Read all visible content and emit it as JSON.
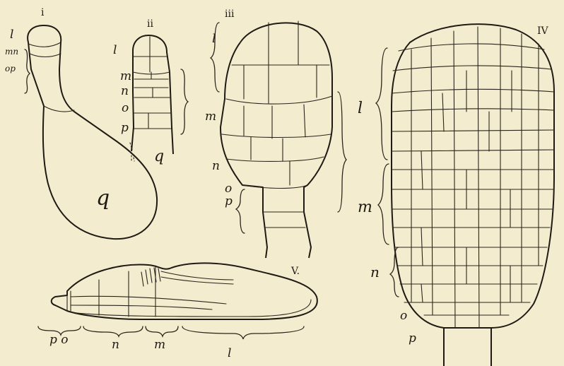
{
  "figures": {
    "i": {
      "roman": "i",
      "labels": {
        "l": "l",
        "mn": "mn",
        "op": "op",
        "q": "q"
      }
    },
    "ii": {
      "roman": "ii",
      "labels": {
        "l": "l",
        "m": "m",
        "n": "n",
        "o": "o",
        "p": "p",
        "q": "q"
      }
    },
    "iii": {
      "roman": "iii",
      "labels": {
        "l": "l",
        "m": "m",
        "n": "n",
        "o": "o",
        "p": "p"
      }
    },
    "iv": {
      "roman": "IV",
      "labels": {
        "l": "l",
        "m": "m",
        "n": "n",
        "o": "o",
        "p": "p"
      }
    },
    "v": {
      "roman": "V.",
      "labels": {
        "po": "p o",
        "n": "n",
        "m": "m",
        "l": "l"
      }
    }
  }
}
